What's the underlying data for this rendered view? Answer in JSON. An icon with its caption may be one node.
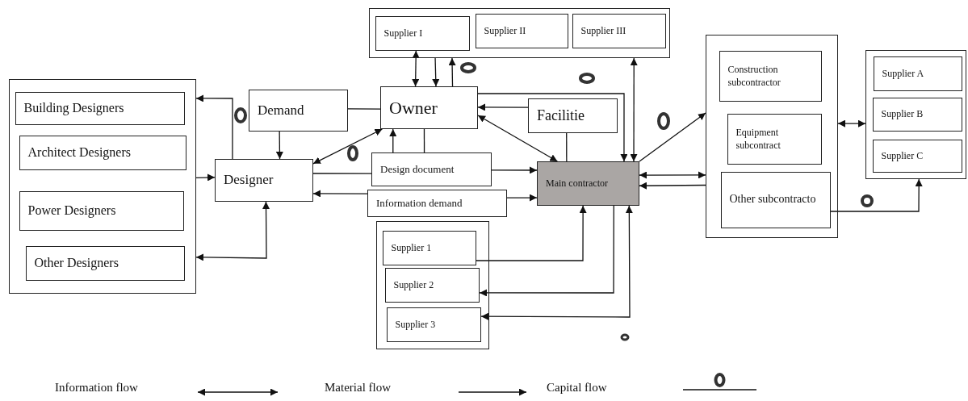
{
  "diagram": {
    "nodes": [
      {
        "text": [],
        "shape": "box"
      },
      {
        "text": [
          "Building Designers"
        ],
        "in": 0
      },
      {
        "text": [
          "Architect Designers"
        ],
        "in": 0
      },
      {
        "text": [
          "Power Designers"
        ],
        "in": 0
      },
      {
        "text": [
          "Other Designers"
        ],
        "in": 0
      },
      {
        "text": [
          "Demand"
        ]
      },
      {
        "text": [
          "Designer"
        ]
      },
      {
        "text": [
          "Owner"
        ]
      },
      {
        "text": [],
        "shape": "box"
      },
      {
        "text": [
          "Supplier I"
        ],
        "in": 8
      },
      {
        "text": [
          "Supplier II"
        ],
        "in": 8
      },
      {
        "text": [
          "Supplier III"
        ],
        "in": 8
      },
      {
        "text": [
          "Facilitie"
        ]
      },
      {
        "text": [
          "Design document"
        ]
      },
      {
        "text": [
          "Information demand"
        ]
      },
      {
        "text": [
          "Main contractor"
        ]
      },
      {
        "text": [],
        "shape": "box"
      },
      {
        "text": [
          "Supplier 1"
        ],
        "in": 16
      },
      {
        "text": [
          "Supplier 2"
        ],
        "in": 16
      },
      {
        "text": [
          "Supplier 3"
        ],
        "in": 16
      },
      {
        "text": [],
        "shape": "box"
      },
      {
        "text": [
          "Construction subcontractor"
        ],
        "in": 20
      },
      {
        "text": [
          "Equipment subcontract"
        ],
        "in": 20
      },
      {
        "text": [
          "Other subcontracto"
        ],
        "in": 20
      },
      {
        "text": [],
        "shape": "box"
      },
      {
        "text": [
          "Supplier A"
        ],
        "in": 24
      },
      {
        "text": [
          "Supplier B"
        ],
        "in": 24
      },
      {
        "text": [
          "Supplier C"
        ],
        "in": 24
      }
    ],
    "edges": [
      {
        "from": 6,
        "to": 0,
        "arrow": "to"
      },
      {
        "from": 0,
        "to": 6,
        "arrow": "to"
      },
      {
        "from": 6,
        "to": 0,
        "arrow": "both"
      },
      {
        "from": 5,
        "to": 6,
        "arrow": "to"
      },
      {
        "from": 5,
        "to": 7,
        "arrow": "none"
      },
      {
        "from": 7,
        "to": 6,
        "arrow": "both"
      },
      {
        "from": 9,
        "to": 7,
        "arrow": "both"
      },
      {
        "from": 8,
        "to": 7,
        "arrow": "to"
      },
      {
        "from": 7,
        "to": 8,
        "arrow": "to"
      },
      {
        "from": 13,
        "to": 7,
        "arrow": "to"
      },
      {
        "from": 7,
        "to": 13,
        "arrow": "none"
      },
      {
        "from": 6,
        "to": 13,
        "arrow": "none"
      },
      {
        "from": 13,
        "to": 15,
        "arrow": "to"
      },
      {
        "from": 14,
        "to": 6,
        "arrow": "to"
      },
      {
        "from": 14,
        "to": 15,
        "arrow": "to"
      },
      {
        "from": 12,
        "to": 7,
        "arrow": "to"
      },
      {
        "from": 12,
        "to": 15,
        "arrow": "none"
      },
      {
        "from": 7,
        "to": 15,
        "arrow": "both"
      },
      {
        "from": 7,
        "to": 15,
        "arrow": "to"
      },
      {
        "from": 8,
        "to": 15,
        "arrow": "both"
      },
      {
        "from": 15,
        "to": 20,
        "arrow": "to"
      },
      {
        "from": 15,
        "to": 20,
        "arrow": "both"
      },
      {
        "from": 20,
        "to": 15,
        "arrow": "to"
      },
      {
        "from": 20,
        "to": 24,
        "arrow": "both"
      },
      {
        "from": 23,
        "to": 24,
        "arrow": "to"
      },
      {
        "from": 17,
        "to": 15,
        "arrow": "to"
      },
      {
        "from": 15,
        "to": 18,
        "arrow": "to"
      },
      {
        "from": 19,
        "to": 15,
        "arrow": "both"
      }
    ],
    "legend": [
      {
        "text": "Information flow"
      },
      {
        "text": "Material flow"
      },
      {
        "text": "Capital flow"
      }
    ]
  }
}
